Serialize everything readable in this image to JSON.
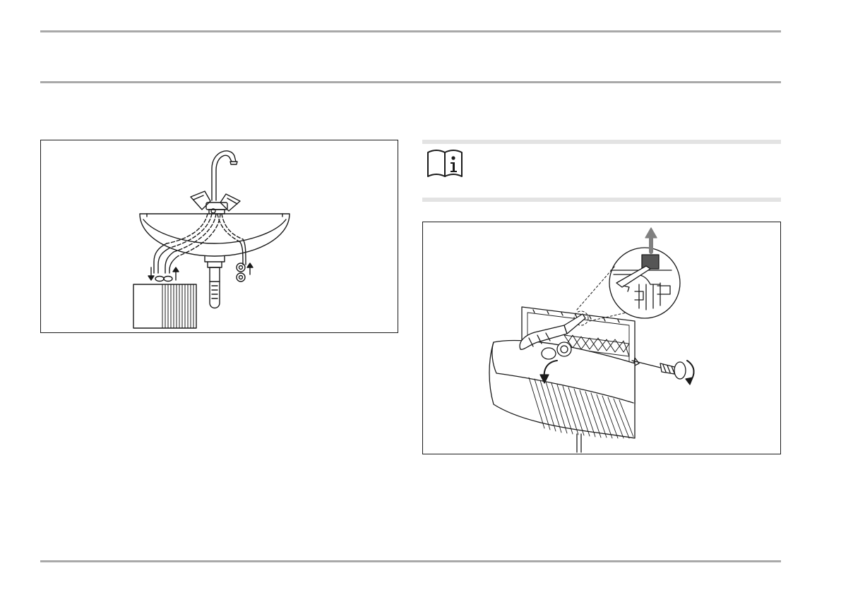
{
  "page": {
    "header_rules": 2,
    "footer_rules": 1
  },
  "figures": [
    {
      "id": "figure-sink-installation",
      "icon": "sink-tap-water-heater-illustration"
    },
    {
      "id": "figure-cover-removal",
      "icon": "screwdriver-cover-removal-illustration"
    }
  ],
  "note": {
    "icon": "book-info-icon",
    "text": ""
  },
  "colors": {
    "rule": "#a9a9a9",
    "note_bar": "#e3e3e3",
    "line_art": "#1a1a1a",
    "arrow_grey": "#808080"
  }
}
